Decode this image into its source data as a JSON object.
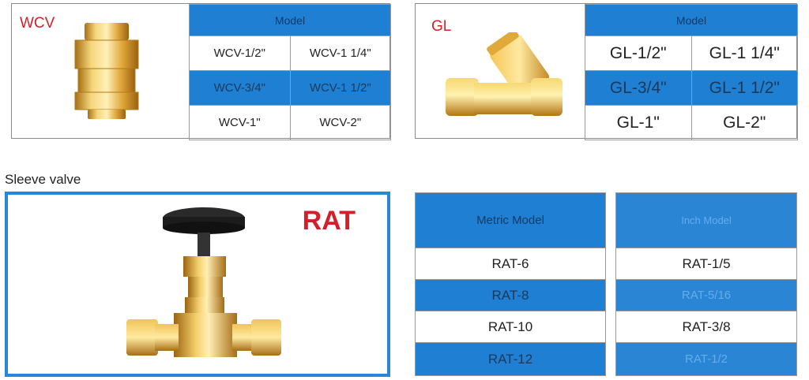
{
  "wcv": {
    "brand": "WCV",
    "header": "Model",
    "rows": [
      [
        "WCV-1/2\"",
        "WCV-1 1/4\""
      ],
      [
        "WCV-3/4\"",
        "WCV-1 1/2\""
      ],
      [
        "WCV-1\"",
        "WCV-2\""
      ]
    ]
  },
  "gl": {
    "brand": "GL",
    "header": "Model",
    "rows": [
      [
        "GL-1/2\"",
        "GL-1 1/4\""
      ],
      [
        "GL-3/4\"",
        "GL-1 1/2\""
      ],
      [
        "GL-1\"",
        "GL-2\""
      ]
    ]
  },
  "sleeve": {
    "title": "Sleeve valve",
    "brand": "RAT"
  },
  "rat_metric": {
    "header": "Metric Model",
    "rows": [
      "RAT-6",
      "RAT-8",
      "RAT-10",
      "RAT-12"
    ]
  },
  "rat_inch": {
    "header": "Inch Model",
    "rows": [
      "RAT-1/5",
      "RAT-5/16",
      "RAT-3/8",
      "RAT-1/2"
    ]
  },
  "colors": {
    "accent_blue": "#1f7fd3",
    "brand_red": "#d21f2a",
    "brass": "#e4b24a"
  }
}
